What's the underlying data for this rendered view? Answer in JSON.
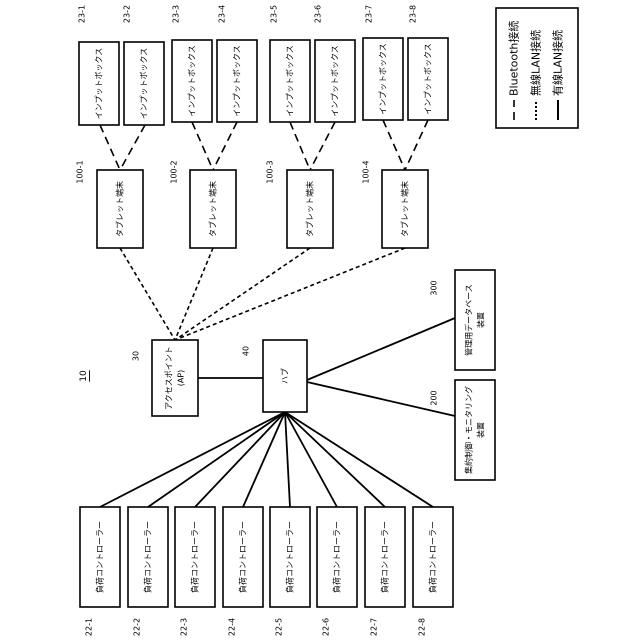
{
  "figure_number": "10",
  "legend": {
    "bluetooth": "Bluetooth接続",
    "wireless": "無線LAN接続",
    "wired": "有線LAN接続"
  },
  "access_point": {
    "ref": "30",
    "label_line1": "アクセスポイント",
    "label_line2": "(AP)"
  },
  "hub": {
    "ref": "40",
    "label": "ハブ"
  },
  "management_db": {
    "ref": "300",
    "label_line1": "管理用データベース",
    "label_line2": "装置"
  },
  "monitoring": {
    "ref": "200",
    "label_line1": "集約制御・モニタリング",
    "label_line2": "装置"
  },
  "tablets": [
    {
      "ref": "100-1",
      "label": "タブレット端末"
    },
    {
      "ref": "100-2",
      "label": "タブレット端末"
    },
    {
      "ref": "100-3",
      "label": "タブレット端末"
    },
    {
      "ref": "100-4",
      "label": "タブレット端末"
    }
  ],
  "input_boxes": [
    {
      "ref": "23-1",
      "label": "インプットボックス"
    },
    {
      "ref": "23-2",
      "label": "インプットボックス"
    },
    {
      "ref": "23-3",
      "label": "インプットボックス"
    },
    {
      "ref": "23-4",
      "label": "インプットボックス"
    },
    {
      "ref": "23-5",
      "label": "インプットボックス"
    },
    {
      "ref": "23-6",
      "label": "インプットボックス"
    },
    {
      "ref": "23-7",
      "label": "インプットボックス"
    },
    {
      "ref": "23-8",
      "label": "インプットボックス"
    }
  ],
  "load_controllers": [
    {
      "ref": "22-1",
      "label": "負荷コントローラー"
    },
    {
      "ref": "22-2",
      "label": "負荷コントローラー"
    },
    {
      "ref": "22-3",
      "label": "負荷コントローラー"
    },
    {
      "ref": "22-4",
      "label": "負荷コントローラー"
    },
    {
      "ref": "22-5",
      "label": "負荷コントローラー"
    },
    {
      "ref": "22-6",
      "label": "負荷コントローラー"
    },
    {
      "ref": "22-7",
      "label": "負荷コントローラー"
    },
    {
      "ref": "22-8",
      "label": "負荷コントローラー"
    }
  ]
}
